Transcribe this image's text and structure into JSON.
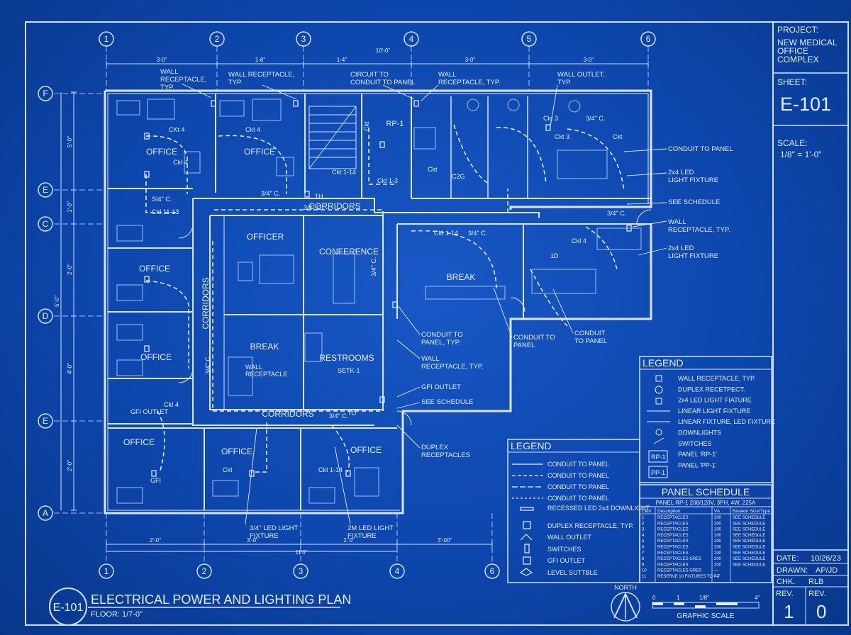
{
  "title_block": {
    "project_label": "PROJECT:",
    "project_lines": [
      "NEW MEDICAL",
      "OFFICE",
      "COMPLEX"
    ],
    "sheet_label": "SHEET:",
    "sheet_number": "E-101",
    "scale_label": "SCALE:",
    "scale_value": "1/8\" = 1'-0\"",
    "date_label": "DATE:",
    "date_value": "10/26/23",
    "drawn_label": "DRAWN:",
    "drawn_value": "AP/JD",
    "chk_label": "CHK.",
    "chk_value": "RLB",
    "rev_label": "REV.",
    "rev_value": "1",
    "rev2_label": "REV.",
    "rev2_value": "0"
  },
  "drawing_title": {
    "badge": "E-101",
    "title": "ELECTRICAL POWER AND LIGHTING PLAN",
    "subtitle": "FLOOR: 1/7-0\""
  },
  "grid": {
    "columns_top": [
      "1",
      "2",
      "3",
      "4",
      "5",
      "6"
    ],
    "columns_bottom": [
      "1",
      "2",
      "3",
      "4",
      "6"
    ],
    "rows_left": [
      "F",
      "E",
      "C",
      "D",
      "E",
      "A"
    ]
  },
  "dimensions": {
    "top": [
      "3-0\"",
      "1-8\"",
      "1-4\"",
      "3-0\"",
      "3-0\""
    ],
    "top_overall": "10'-0\"",
    "bottom": [
      "2'-0\"",
      "3'-0\"",
      "2.'0\"",
      "3'-00\""
    ],
    "bottom_overall": "11'0\"",
    "left": [
      "5'-0\"",
      "1'-0\"",
      "2'-0\"",
      "4'-0\"",
      "2'-0\""
    ],
    "left_overall": "5'-0\""
  },
  "rooms": [
    "OFFICE",
    "OFFICE",
    "OFFICE",
    "OFFICE",
    "OFFICE",
    "OFFICE",
    "OFFICE",
    "OFFICER",
    "CONFERENCE",
    "BREAK",
    "BREAK",
    "RESTROOMS",
    "CORRIDORS",
    "CORRIDORS",
    "CORRIDORS",
    "RP-1"
  ],
  "plan_labels": [
    "CKt 4",
    "CkI 4",
    "CkI 4",
    "SI4\" C.",
    "CkI 11-13",
    "Ckt 1-14",
    "3/4\" C.",
    "3/4\" C.",
    "CkI 1-3",
    "CkI 1-14",
    "3/4\" C.",
    "Ckt",
    "C2G",
    "Ckt 3",
    "3/4\" C.",
    "Ckt 3",
    "Ckt",
    "3/4\" C.",
    "CkI 4",
    "3/4\" C.",
    "1D",
    "SETK-1",
    "WALL",
    "RECEPTACLE",
    "GFI OUTLET",
    "CkI 4",
    "3/4\" C.",
    "CkI",
    "CkI 1-14",
    "GFI",
    "TO",
    "3/4\" C.",
    "1H",
    "Ckt"
  ],
  "callouts": [
    {
      "id": "c1",
      "lines": [
        "WALL",
        "RECEPTACLE,",
        "TYP."
      ]
    },
    {
      "id": "c2",
      "lines": [
        "WALL RECEPTACLE,",
        "TYP."
      ]
    },
    {
      "id": "c3",
      "lines": [
        "CIRCUIT TO",
        "CONDUIT TO PANEL"
      ]
    },
    {
      "id": "c4",
      "lines": [
        "WALL",
        "RECEPTACLE, TYP."
      ]
    },
    {
      "id": "c5",
      "lines": [
        "WALL OUTLET,",
        "TYP."
      ]
    },
    {
      "id": "c6",
      "lines": [
        "CONDUIT TO PANEL"
      ]
    },
    {
      "id": "c7",
      "lines": [
        "2x4 LED",
        "LIGHT FIXTURE"
      ]
    },
    {
      "id": "c8",
      "lines": [
        "SEE SCHEDULE"
      ]
    },
    {
      "id": "c9",
      "lines": [
        "WALL",
        "RECEPTACLE, TYP."
      ]
    },
    {
      "id": "c10",
      "lines": [
        "2x4 LED",
        "LIGHT FIXTURE"
      ]
    },
    {
      "id": "c11",
      "lines": [
        "CONDUIT TO",
        "PANEL, TYP."
      ]
    },
    {
      "id": "c12",
      "lines": [
        "CONDUIT TO",
        "PANEL"
      ]
    },
    {
      "id": "c13",
      "lines": [
        "CONDUIT",
        "TO PANEL"
      ]
    },
    {
      "id": "c14",
      "lines": [
        "WALL",
        "RECEPTACLE, TYP."
      ]
    },
    {
      "id": "c15",
      "lines": [
        "GFI OUTLET"
      ]
    },
    {
      "id": "c16",
      "lines": [
        "SEE SCHEDULE"
      ]
    },
    {
      "id": "c17",
      "lines": [
        "DUPLEX",
        "RECEPTACLES"
      ]
    },
    {
      "id": "c18",
      "lines": [
        "3/4\" LED LIGHT",
        "FIXTURE"
      ]
    },
    {
      "id": "c19",
      "lines": [
        "2M LED LIGHT",
        "FIXTURE"
      ]
    }
  ],
  "legend_a": {
    "title": "LEGEND",
    "items": [
      "WALL RECEPTACLE, TYP.",
      "DUPLEX RECETPECT.",
      "2x4 LED LIGHT FIATURE",
      "LINEAR LIGHT FIXTURE",
      "LINEAR FIXTURE, LED FIXTURE",
      "DOWNLIGHTS",
      "SWITCHES",
      "PANEL 'RP-1'",
      "PANEL 'PP-1'"
    ],
    "panel_tags": [
      "RP-1",
      "PP-1"
    ]
  },
  "legend_b": {
    "title": "LEGEND",
    "items": [
      "CONDUIT TO PANEL",
      "CONDUIT TO PANEL",
      "CONDUIT TO PANEL",
      "CONDUIT TO PANEL",
      "RECESSED LED 2x4 DOWNLIGHT",
      "DUPLEX RECEPTACLE, TYP.",
      "WALL OUTLET",
      "SWITCHES",
      "GFI OUTLET",
      "LEVEL SUTTBLE"
    ]
  },
  "panel_schedule": {
    "title": "PANEL SCHEDULE",
    "subtitle": "PANEL RP-1  208/120V, 3PH, 4W, 225A",
    "headers": [
      "Ckt#",
      "Description",
      "VA",
      "Breaker Size/Type"
    ],
    "rows": [
      [
        "1",
        "RECEPTACLES",
        "200",
        "SEE SCHEDULE"
      ],
      [
        "2",
        "RECEPTACLES",
        "200",
        "SEE SCHEDULE"
      ],
      [
        "3",
        "RECEPTACLES",
        "200",
        "SEE SCHEDULE"
      ],
      [
        "4",
        "RECEPTACLES",
        "200",
        "SEE SCHEDULE"
      ],
      [
        "5",
        "RECEPTACLES",
        "200",
        "SEE SCHEDULE"
      ],
      [
        "6",
        "RECEPTACLES",
        "200",
        "SEE SCHEDULE"
      ],
      [
        "7",
        "RECEPTACLES",
        "200",
        "SEE SCHEDULE"
      ],
      [
        "8",
        "RECEPTACLES GRES",
        "200",
        "SEE SCHEDULE"
      ],
      [
        "9",
        "RECEPTACLES",
        "200",
        "SEE SCHEDULE"
      ],
      [
        "10",
        "RECEPTACLES GRES",
        "—",
        ""
      ],
      [
        "11",
        "RESERVE 10 FIXTURES TO FIT",
        "—",
        ""
      ]
    ]
  },
  "north": {
    "label": "NORTH"
  },
  "scale_bar": {
    "ticks": [
      "0",
      "1",
      "1/8\"",
      "4\""
    ],
    "label": "GRAPHIC SCALE"
  }
}
